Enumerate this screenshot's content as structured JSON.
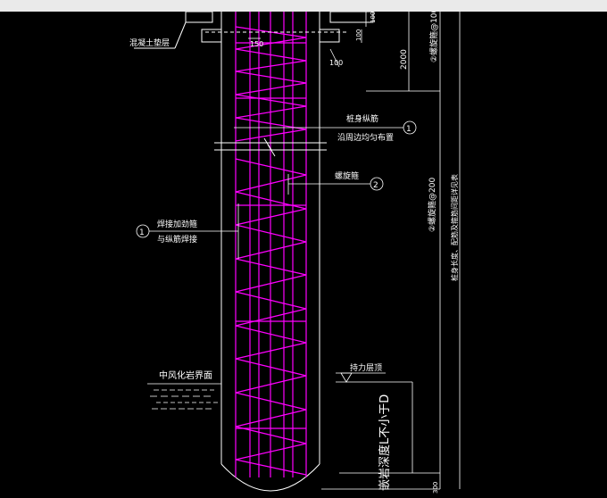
{
  "drawing": {
    "concrete_cushion_label": "混凝土垫层",
    "vertical_bar_label": "桩身纵筋",
    "vertical_bar_note": "沿周边均匀布置",
    "spiral_label": "螺旋箍",
    "stiffener_label": "焊接加劲箍",
    "stiffener_note": "与纵筋焊接",
    "weathered_rock_label": "中风化岩界面",
    "bearing_layer_label": "持力层顶",
    "spiral_spacing_top": "②螺旋箍@100",
    "spiral_spacing_mid": "②螺旋箍@200",
    "side_note": "桩身长度、配筋及箍筋间距详见表",
    "embed_note": "嵌岩深度L不小于D",
    "dim_150": "150",
    "dim_100_a": "100",
    "dim_100_b": "100",
    "dim_100_c": "100",
    "dim_2000": "2000",
    "dim_300": "300",
    "callout_1_a": "1",
    "callout_2": "2",
    "callout_1_b": "1"
  },
  "colors": {
    "background": "#000000",
    "rebar": "#ff00ff",
    "outline": "#ffffff",
    "top_strip": "#eaeaea"
  }
}
